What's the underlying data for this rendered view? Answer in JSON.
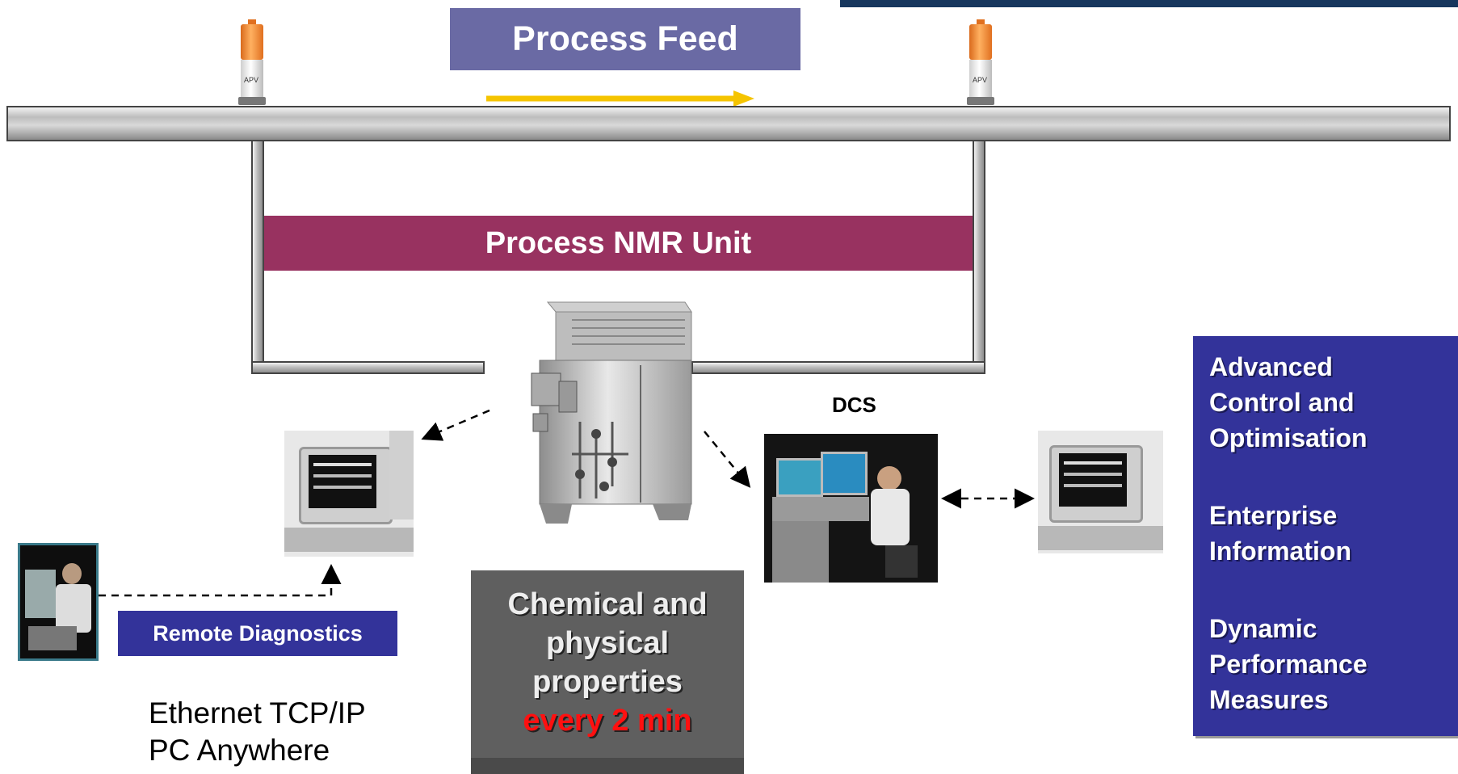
{
  "process_feed": {
    "label": "Process Feed"
  },
  "nmr_unit": {
    "label": "Process NMR Unit"
  },
  "beacons": {
    "brand": "APV"
  },
  "dcs": {
    "label": "DCS"
  },
  "remote": {
    "label": "Remote Diagnostics"
  },
  "connection": {
    "line1": "Ethernet TCP/IP",
    "line2": "PC Anywhere"
  },
  "properties": {
    "line1": "Chemical and",
    "line2": "physical",
    "line3": "properties",
    "line4": "every 2 min"
  },
  "outputs": {
    "item1": "Advanced\nControl and\nOptimisation",
    "item2": "Enterprise\nInformation",
    "item3": "Dynamic\nPerformance\nMeasures"
  },
  "colors": {
    "feed_box": "#6a6aa4",
    "nmr_box": "#983260",
    "blue_box": "#33339a",
    "arrow": "#f5c400",
    "highlight_red": "#ff1010"
  }
}
